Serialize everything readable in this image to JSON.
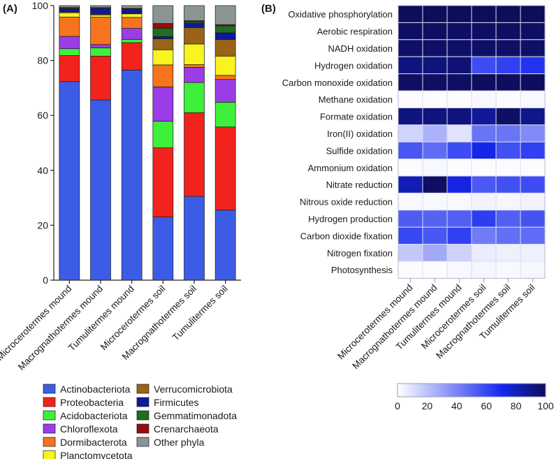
{
  "panels": {
    "a_label": "(A)",
    "b_label": "(B)"
  },
  "colors": {
    "Actinobacteriota": "#3d5ce6",
    "Proteobacteria": "#f2231c",
    "Acidobacteriota": "#3ef03a",
    "Chloroflexota": "#9a3de6",
    "Dormibacterota": "#f7731e",
    "Planctomycetota": "#f9f31f",
    "Verrucomicrobiota": "#9a6318",
    "Firmicutes": "#0c1a9e",
    "Gemmatimonadota": "#1f6e23",
    "Crenarchaeota": "#990c0c",
    "Other phyla": "#8a9594"
  },
  "chart_data": [
    {
      "type": "bar",
      "stacked": true,
      "title": "",
      "xlabel": "",
      "ylabel": "",
      "ylim": [
        0,
        100
      ],
      "yticks": [
        0,
        20,
        40,
        60,
        80,
        100
      ],
      "categories": [
        "Microcerotermes mound",
        "Macrognathotermes mound",
        "Tumulitermes mound",
        "Microcerotermes soil",
        "Macrognathotermes soil",
        "Tumulitermes soil"
      ],
      "legend_position": "bottom",
      "series": [
        {
          "name": "Actinobacteriota",
          "values": [
            72.3,
            65.6,
            76.5,
            23.0,
            30.5,
            25.5
          ]
        },
        {
          "name": "Proteobacteria",
          "values": [
            9.5,
            16.0,
            10.0,
            25.2,
            30.5,
            30.3
          ]
        },
        {
          "name": "Acidobacteriota",
          "values": [
            2.5,
            3.0,
            1.2,
            9.7,
            11.0,
            9.0
          ]
        },
        {
          "name": "Chloroflexota",
          "values": [
            4.5,
            1.2,
            4.0,
            12.5,
            5.5,
            8.3
          ]
        },
        {
          "name": "Dormibacterota",
          "values": [
            7.0,
            10.0,
            4.0,
            8.0,
            1.0,
            1.5
          ]
        },
        {
          "name": "Planctomycetota",
          "values": [
            1.6,
            0.8,
            1.3,
            5.5,
            7.5,
            7.0
          ]
        },
        {
          "name": "Verrucomicrobiota",
          "values": [
            0.3,
            0.3,
            0.2,
            4.0,
            6.0,
            6.0
          ]
        },
        {
          "name": "Firmicutes",
          "values": [
            1.0,
            2.1,
            1.3,
            0.8,
            1.5,
            2.5
          ]
        },
        {
          "name": "Gemmatimonadota",
          "values": [
            0.3,
            0.3,
            0.3,
            3.0,
            0.5,
            2.5
          ]
        },
        {
          "name": "Crenarchaeota",
          "values": [
            0.3,
            0.0,
            0.2,
            1.8,
            0.5,
            0.5
          ]
        },
        {
          "name": "Other phyla",
          "values": [
            0.7,
            0.7,
            1.0,
            6.5,
            5.5,
            6.9
          ]
        }
      ]
    },
    {
      "type": "heatmap",
      "title": "",
      "rows": [
        "Oxidative phosphorylation",
        "Aerobic respiration",
        "NADH oxidation",
        "Hydrogen oxidation",
        "Carbon monoxide oxidation",
        "Methane oxidation",
        "Formate oxidation",
        "Iron(II) oxidation",
        "Sulfide oxidation",
        "Ammonium oxidation",
        "Nitrate reduction",
        "Nitrous oxide reduction",
        "Hydrogen production",
        "Carbon dioxide fixation",
        "Nitrogen fixation",
        "Photosynthesis"
      ],
      "columns": [
        "Microcerotermes mound",
        "Macrognathotermes mound",
        "Tumulitermes mound",
        "Microcerotermes soil",
        "Macrognathotermes soil",
        "Tumulitermes soil"
      ],
      "values": [
        [
          100,
          100,
          100,
          100,
          100,
          100
        ],
        [
          98,
          98,
          98,
          98,
          98,
          98
        ],
        [
          97,
          97,
          97,
          97,
          97,
          97
        ],
        [
          92,
          93,
          95,
          58,
          62,
          66
        ],
        [
          98,
          98,
          98,
          99,
          99,
          99
        ],
        [
          1,
          1,
          1,
          2,
          1,
          2
        ],
        [
          92,
          93,
          93,
          87,
          97,
          90
        ],
        [
          14,
          25,
          9,
          45,
          45,
          38
        ],
        [
          55,
          48,
          58,
          72,
          57,
          62
        ],
        [
          1,
          2,
          1,
          1,
          1,
          1
        ],
        [
          82,
          98,
          73,
          54,
          57,
          58
        ],
        [
          2,
          2,
          2,
          4,
          3,
          4
        ],
        [
          53,
          51,
          52,
          63,
          52,
          56
        ],
        [
          60,
          55,
          62,
          43,
          47,
          48
        ],
        [
          18,
          28,
          15,
          6,
          5,
          5
        ],
        [
          1,
          1,
          2,
          3,
          2,
          3
        ]
      ],
      "colorbar": {
        "min": 0,
        "max": 100,
        "ticks": [
          0,
          20,
          40,
          60,
          80,
          100
        ],
        "low_color": "#ffffff",
        "high_color": "#0d0d59"
      }
    }
  ]
}
